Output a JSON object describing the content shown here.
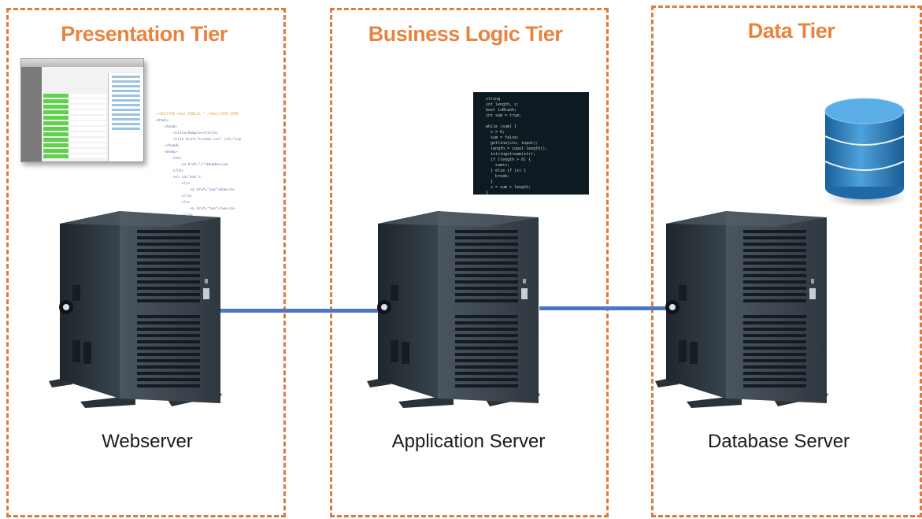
{
  "tiers": [
    {
      "title": "Presentation Tier",
      "server_label": "Webserver"
    },
    {
      "title": "Business Logic Tier",
      "server_label": "Application Server"
    },
    {
      "title": "Data Tier",
      "server_label": "Database Server"
    }
  ],
  "colors": {
    "tier_border": "#e07a3a",
    "tier_title": "#e8843f",
    "connector": "#4a78c4",
    "database": "#3a8cc8"
  },
  "icons": {
    "presentation": [
      "browser-screenshot-icon",
      "html-code-icon"
    ],
    "business_logic": "source-code-icon",
    "data": "database-icon",
    "servers": "server-tower-icon"
  }
}
